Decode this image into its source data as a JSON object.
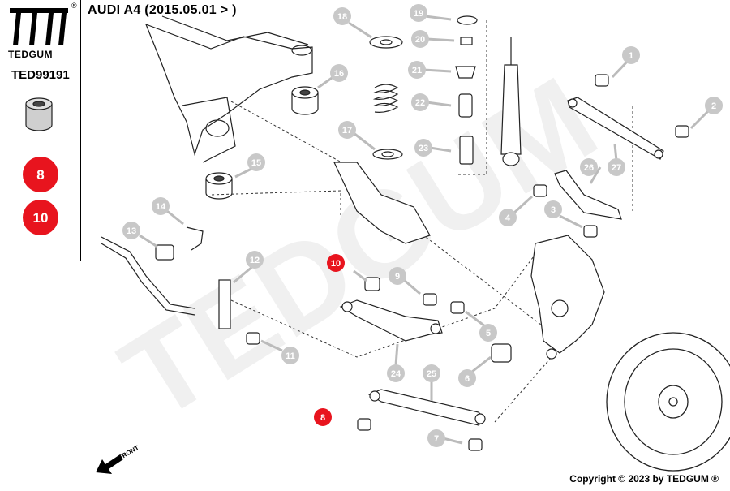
{
  "header": {
    "brand": "TEDGUM",
    "registered_mark": "®",
    "part_number": "TED99191",
    "title": "AUDI A4 (2015.05.01 > )",
    "highlighted_parts": [
      "8",
      "10"
    ]
  },
  "diagram": {
    "callouts": [
      "1",
      "2",
      "3",
      "4",
      "5",
      "6",
      "7",
      "8",
      "9",
      "10",
      "11",
      "12",
      "13",
      "14",
      "15",
      "16",
      "17",
      "18",
      "19",
      "20",
      "21",
      "22",
      "23",
      "24",
      "25",
      "26",
      "27"
    ],
    "front_label": "FRONT",
    "watermark": "TEDGUM"
  },
  "footer": {
    "copyright": "Copyright © 2023 by TEDGUM ®"
  },
  "colors": {
    "highlight": "#e8141e",
    "callout_gray": "#c8c8c8",
    "line": "#222222"
  }
}
